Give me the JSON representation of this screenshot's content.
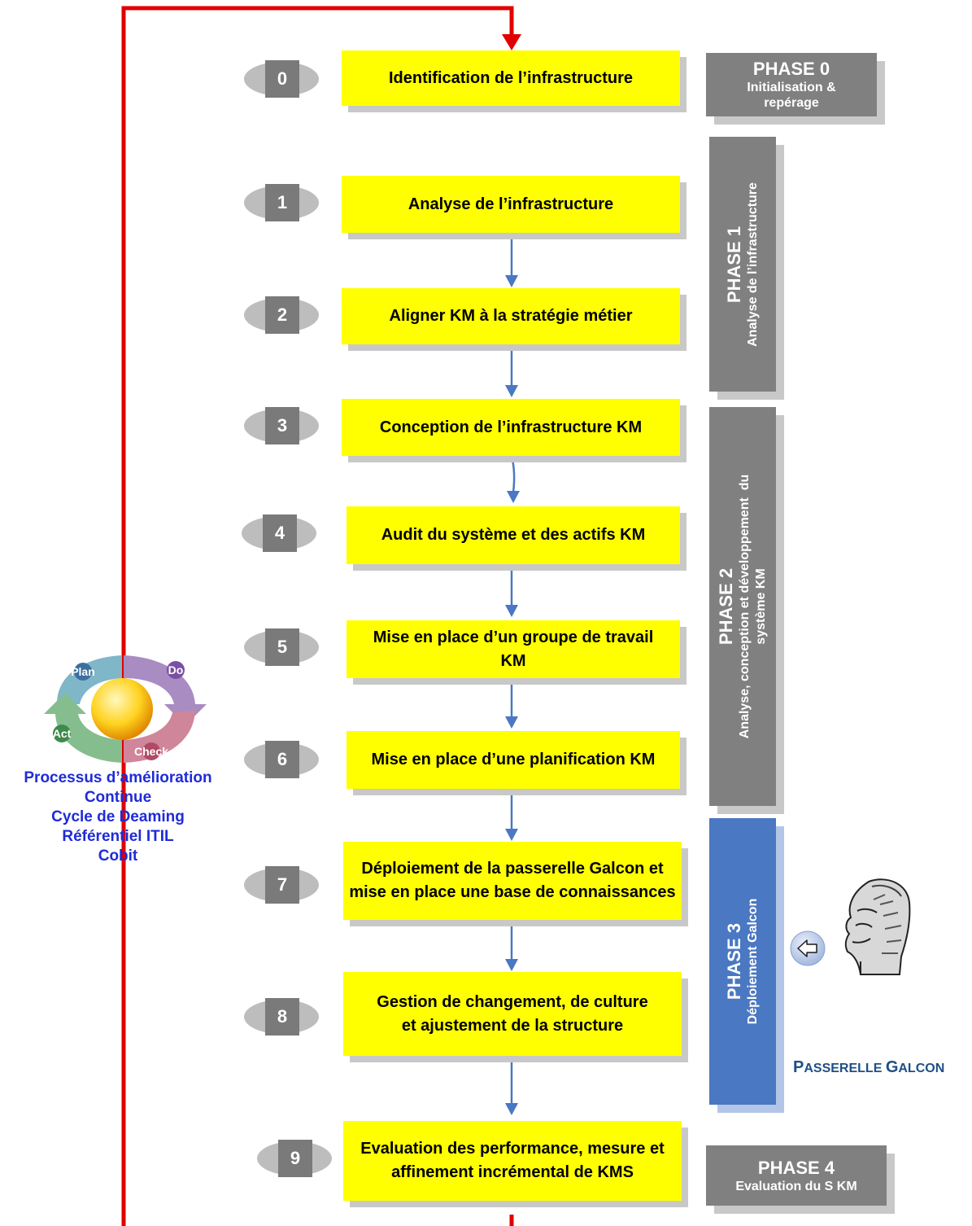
{
  "steps": [
    {
      "num": "0",
      "label": "Identification de l’infrastructure"
    },
    {
      "num": "1",
      "label": "Analyse de l’infrastructure"
    },
    {
      "num": "2",
      "label": "Aligner KM à la stratégie métier"
    },
    {
      "num": "3",
      "label": "Conception de l’infrastructure KM"
    },
    {
      "num": "4",
      "label": "Audit du système et des actifs KM"
    },
    {
      "num": "5",
      "label": "Mise en place d’un groupe de travail KM"
    },
    {
      "num": "6",
      "label": "Mise en place d’une planification KM"
    },
    {
      "num": "7",
      "label": "Déploiement de la passerelle Galcon et mise en place une base de connaissances"
    },
    {
      "num": "8",
      "label": "Gestion de changement, de culture et ajustement de la structure"
    },
    {
      "num": "9",
      "label": "Evaluation des performance, mesure et affinement incrémental de KMS"
    }
  ],
  "phases": [
    {
      "title": "PHASE 0",
      "subtitle": "Initialisation & repérage",
      "color": "#808080"
    },
    {
      "title": "PHASE 1",
      "subtitle": "Analyse de l’infrastructure",
      "color": "#808080"
    },
    {
      "title": "PHASE 2",
      "subtitle": "Analyse, conception et développement du système KM",
      "color": "#808080"
    },
    {
      "title": "PHASE 3",
      "subtitle": "Déploiement Galcon",
      "color": "#4a78c2"
    },
    {
      "title": "PHASE 4",
      "subtitle": "Evaluation du S KM",
      "color": "#808080"
    }
  ],
  "pdca": {
    "segments": {
      "plan": "Plan",
      "do": "Do",
      "check": "Check",
      "act": "Act"
    },
    "caption": [
      "Processus d’amélioration",
      "Continue",
      "Cycle de Deaming",
      "Référentiel ITIL",
      "Cobit"
    ]
  },
  "galcon": {
    "label_first_p": "P",
    "label_rest1": "ASSERELLE ",
    "label_first_g": "G",
    "label_rest2": "ALCON"
  },
  "colors": {
    "step_fill": "#ffff00",
    "feedback_line": "#e00000",
    "arrow": "#4a78c2",
    "caption": "#1f2bd9"
  }
}
